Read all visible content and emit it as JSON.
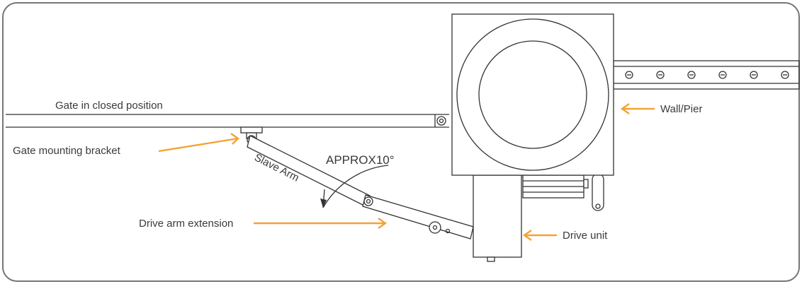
{
  "labels": {
    "gate_closed": "Gate in closed position",
    "gate_bracket": "Gate mounting bracket",
    "angle": "APPROX10°",
    "slave_arm": "Slave Arm",
    "drive_arm_ext": "Drive arm extension",
    "drive_unit": "Drive unit",
    "wall_pier": "Wall/Pier"
  },
  "colors": {
    "arrow": "#f4a233",
    "line": "#333333",
    "text": "#3a3a3a",
    "frame": "#777777"
  }
}
